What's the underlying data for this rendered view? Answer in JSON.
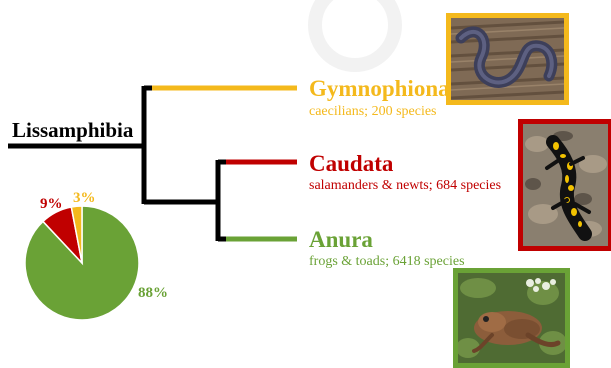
{
  "tree": {
    "root": "Lissamphibia",
    "clades": [
      {
        "name": "Gymnophiona",
        "desc": "caecilians; 200 species",
        "color": "#F4B91C",
        "photo": "caecilian-photo"
      },
      {
        "name": "Caudata",
        "desc": "salamanders & newts; 684 species",
        "color": "#C00000",
        "photo": "salamander-photo"
      },
      {
        "name": "Anura",
        "desc": "frogs & toads; 6418 species",
        "color": "#6AA236",
        "photo": "frog-photo"
      }
    ]
  },
  "pie": {
    "slices": [
      {
        "label": "88%",
        "value": 88,
        "color": "#6AA236"
      },
      {
        "label": "9%",
        "value": 9,
        "color": "#C00000"
      },
      {
        "label": "3%",
        "value": 3,
        "color": "#F4B91C"
      }
    ]
  }
}
